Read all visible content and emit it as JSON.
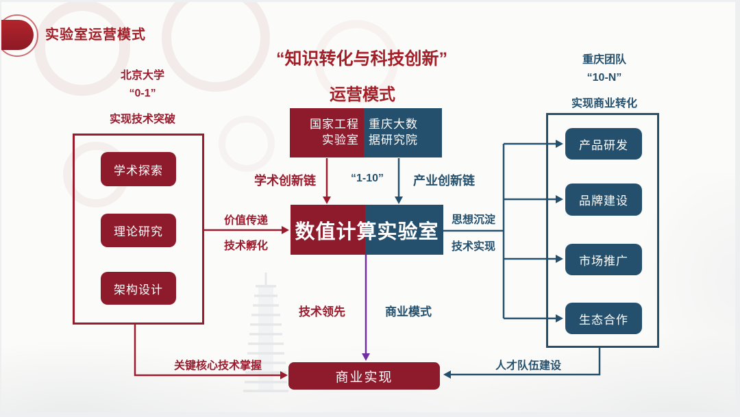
{
  "slide": {
    "title": "实验室运营模式"
  },
  "colors": {
    "red": "#9B1B2D",
    "red_fill": "#8E1B2C",
    "title_red": "#A31E27",
    "blue": "#24506E",
    "purple": "#7030A0"
  },
  "left_group": {
    "heading_line1": "北京大学",
    "heading_line2": "“0-1”",
    "heading_line3": "实现技术突破",
    "items": [
      "学术探索",
      "理论研究",
      "架构设计"
    ],
    "out_label_top": "价值传递",
    "out_label_bottom": "技术孵化",
    "bottom_label": "关键核心技术掌握"
  },
  "center": {
    "heading_line1": "“知识转化与科技创新”",
    "heading_line2": "运营模式",
    "source_box": {
      "left_line1": "国家工程",
      "left_line2": "实验室",
      "right_line1": "重庆大数",
      "right_line2": "据研究院"
    },
    "chain_left": "学术创新链",
    "chain_mid": "“1-10”",
    "chain_right": "产业创新链",
    "main_box": "数值计算实验室",
    "down_label_left": "技术领先",
    "down_label_right": "商业模式",
    "result_box": "商业实现"
  },
  "right_group": {
    "heading_line1": "重庆团队",
    "heading_line2": "“10-N”",
    "heading_line3": "实现商业转化",
    "items": [
      "产品研发",
      "品牌建设",
      "市场推广",
      "生态合作"
    ],
    "in_label_top": "思想沉淀",
    "in_label_bottom": "技术实现",
    "bottom_label": "人才队伍建设"
  }
}
